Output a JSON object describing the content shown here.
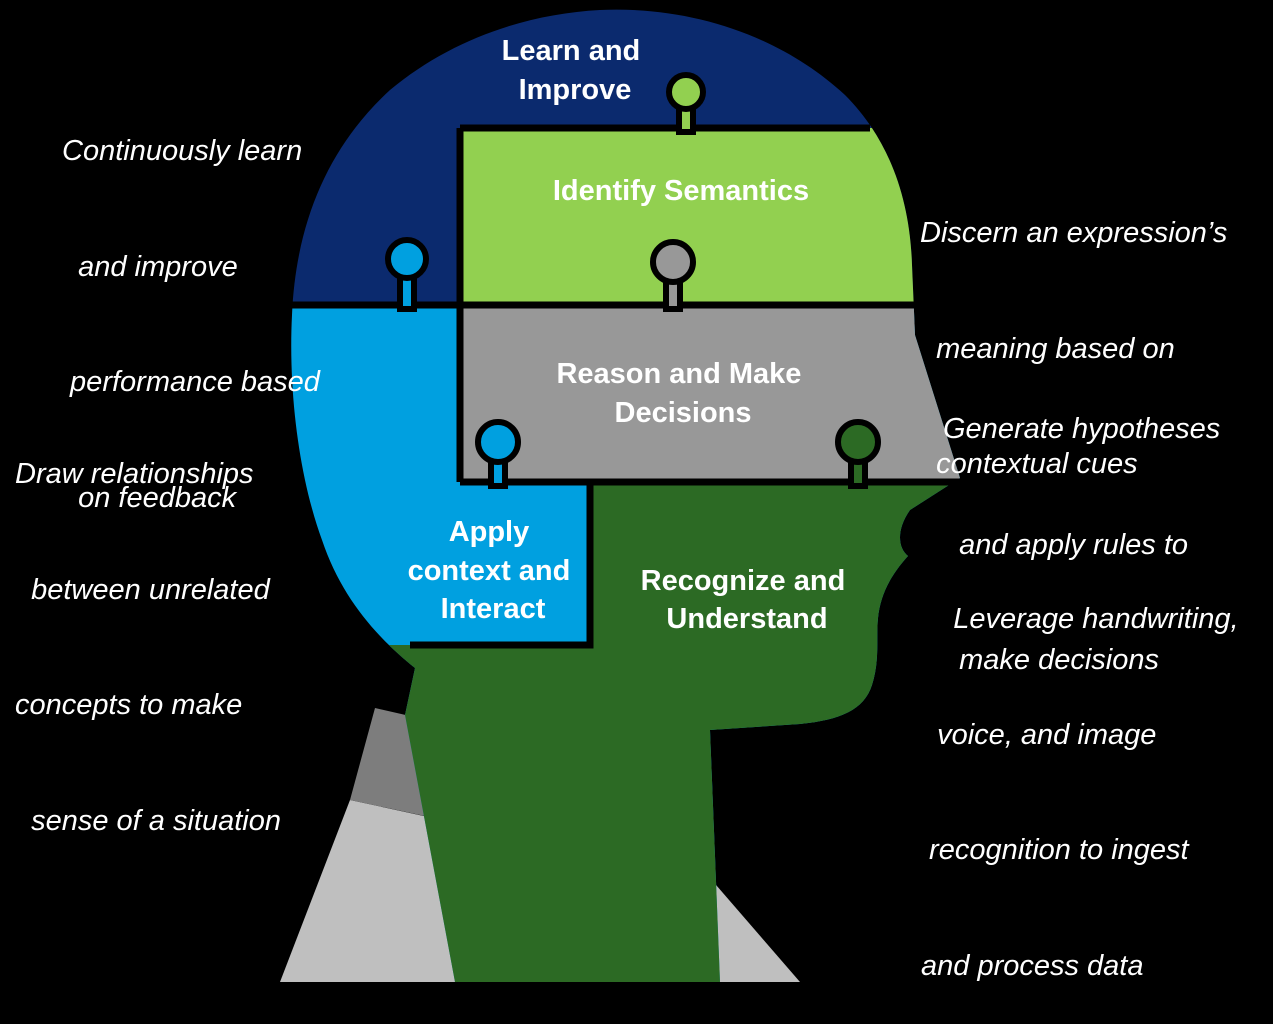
{
  "colors": {
    "background": "#000000",
    "learn_improve": "#0b2a6e",
    "identify_semantics": "#92d050",
    "reason_decide": "#989898",
    "apply_context": "#00a0e0",
    "recognize_understand": "#2c6a24",
    "collar": "#7d7d7d",
    "shirt": "#bfbfbf",
    "outline": "#000000"
  },
  "segments": {
    "learn_improve": [
      "Learn and",
      "Improve"
    ],
    "identify_semantics": [
      "Identify Semantics"
    ],
    "reason_decide": [
      "Reason and Make",
      "Decisions"
    ],
    "apply_context": [
      "Apply",
      "context and",
      "Interact"
    ],
    "recognize_understand": [
      "Recognize and",
      "Understand"
    ]
  },
  "descriptions": {
    "learn_improve": [
      "Continuously learn",
      "  and improve",
      " performance based",
      "  on feedback"
    ],
    "identify_semantics": [
      "Discern an expression’s",
      "  meaning based on",
      "  contextual cues"
    ],
    "reason_decide": [
      "Generate hypotheses",
      "  and apply rules to",
      "  make decisions"
    ],
    "apply_context": [
      "Draw relationships",
      "  between unrelated",
      "concepts to make",
      "  sense of a situation"
    ],
    "recognize_understand": [
      "    Leverage handwriting,",
      "  voice, and image",
      " recognition to ingest",
      "and process data"
    ]
  }
}
